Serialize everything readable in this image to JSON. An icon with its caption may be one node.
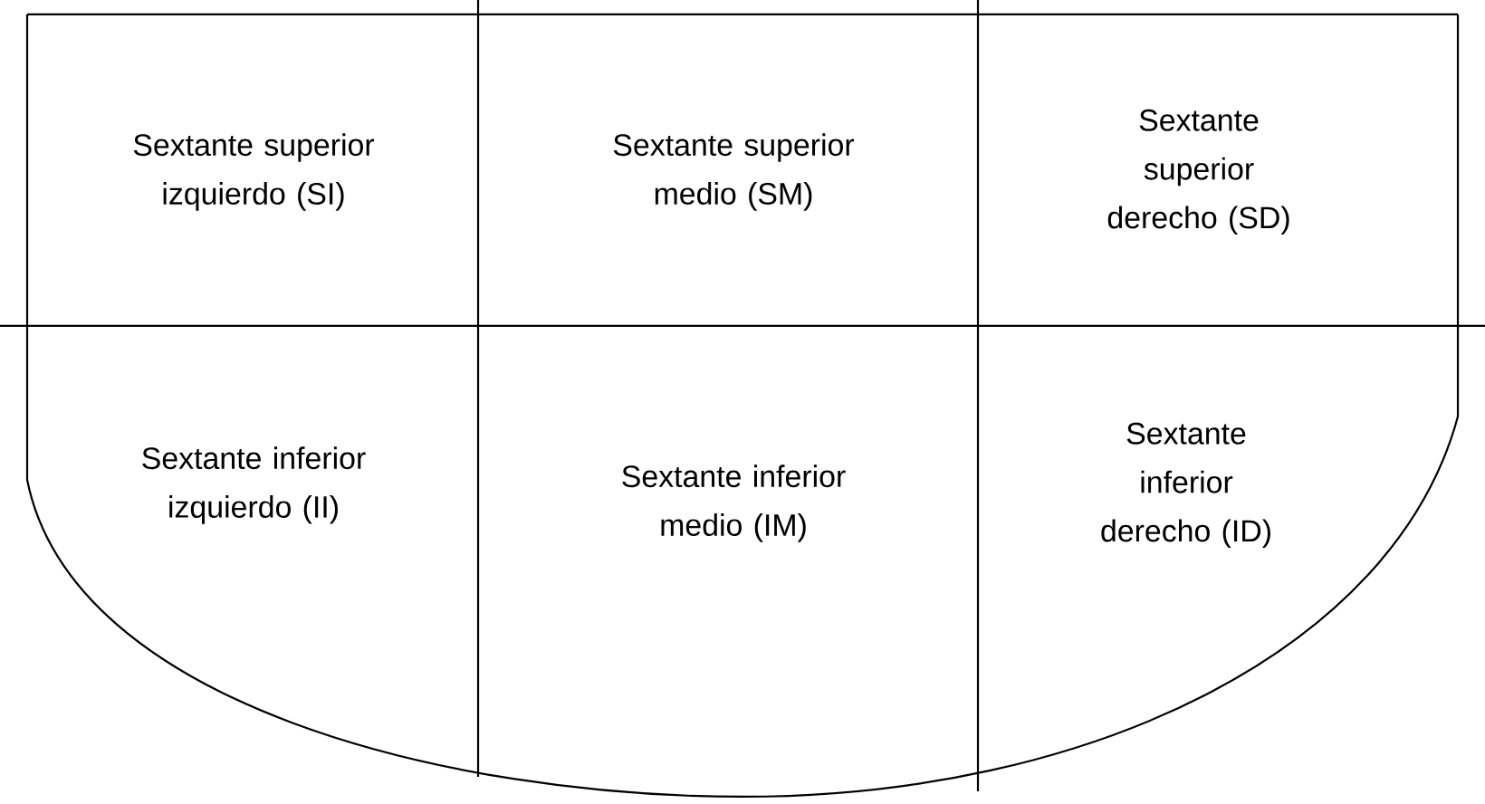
{
  "diagram": {
    "nodes": [
      {
        "text": [
          "Sextante superior izquierdo (SI)"
        ]
      },
      {
        "text": [
          "Sextante superior medio (SM)"
        ]
      },
      {
        "text": [
          "Sextante superior derecho (SD)"
        ]
      },
      {
        "text": [
          "Sextante inferior izquierdo (II)"
        ]
      },
      {
        "text": [
          "Sextante inferior medio (IM)"
        ]
      },
      {
        "text": [
          "Sextante inferior derecho (ID)"
        ]
      }
    ]
  }
}
